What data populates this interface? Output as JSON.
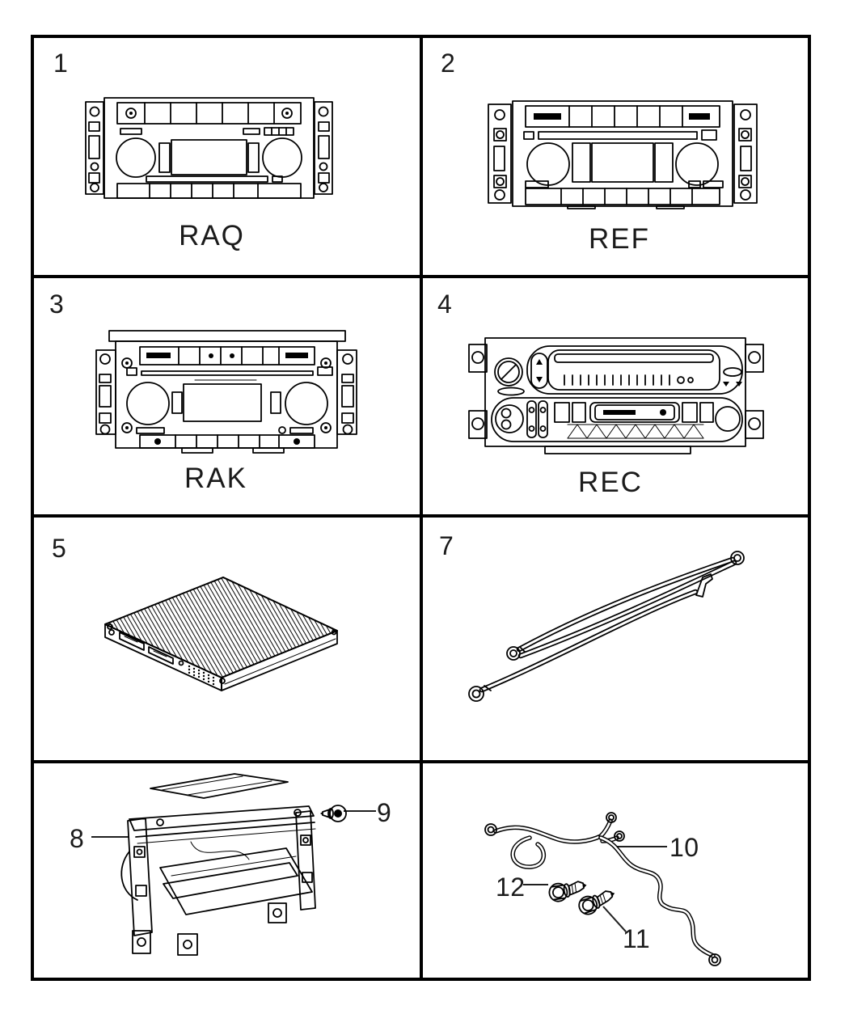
{
  "page": {
    "background": "#ffffff",
    "ink": "#000000",
    "text_color": "#1b1b1b"
  },
  "diagram": {
    "type": "parts-diagram",
    "grid": {
      "rows": 4,
      "columns": 2
    },
    "cells": {
      "c1": {
        "callout": "1",
        "label": "RAQ",
        "part": "radio"
      },
      "c2": {
        "callout": "2",
        "label": "REF",
        "part": "radio"
      },
      "c3": {
        "callout": "3",
        "label": "RAK",
        "part": "radio"
      },
      "c4": {
        "callout": "4",
        "label": "REC",
        "part": "radio-cassette"
      },
      "c5": {
        "callout": "5",
        "part": "amplifier"
      },
      "c7": {
        "callout": "7",
        "part": "ground-straps"
      },
      "c8": {
        "callout": "8",
        "part": "mounting-bracket"
      },
      "c9": {
        "callout": "9",
        "part": "screw"
      },
      "c10": {
        "callout": "10",
        "part": "wiring-harness"
      },
      "c11": {
        "callout": "11",
        "part": "bolt"
      },
      "c12": {
        "callout": "12",
        "part": "screw"
      }
    }
  }
}
